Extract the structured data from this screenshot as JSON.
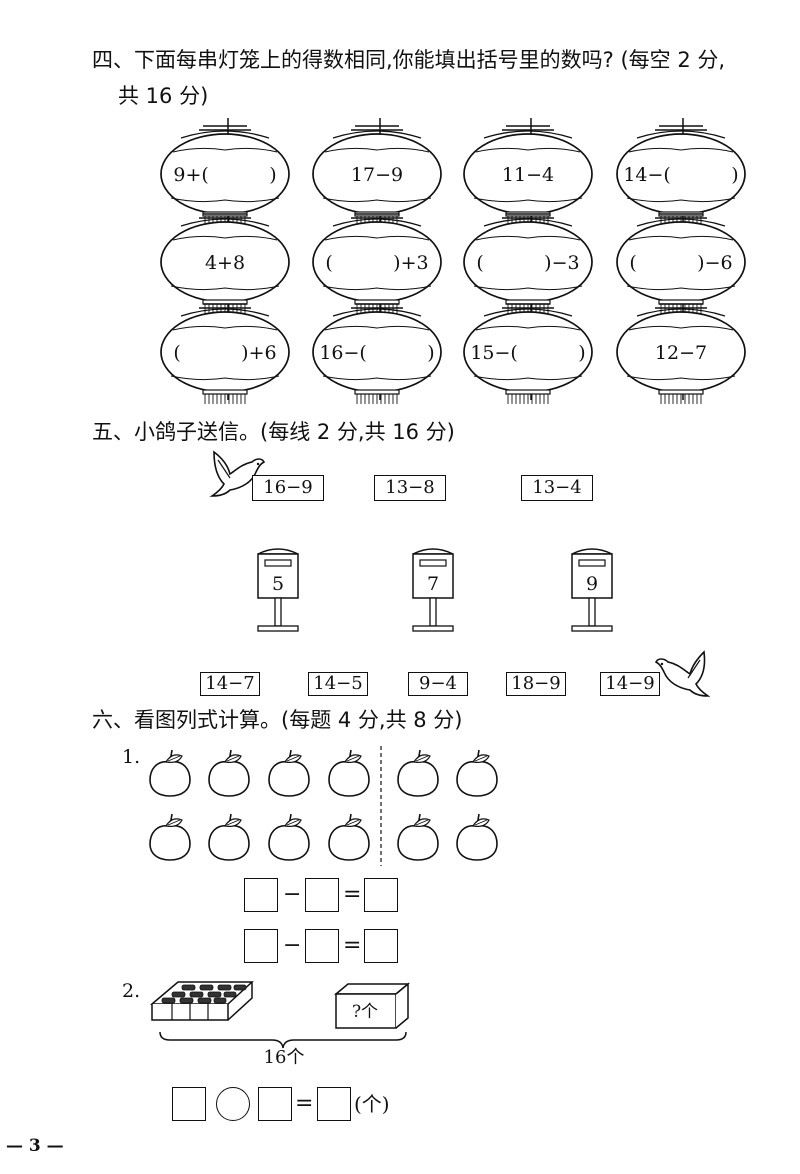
{
  "section4": {
    "title_line1": "四、下面每串灯笼上的得数相同,你能填出括号里的数吗? (每空 2 分,",
    "title_line2": "共 16 分)",
    "lanterns": [
      [
        "9+(          )",
        "4+8",
        "(          )+6"
      ],
      [
        "17−9",
        "(          )+3",
        "16−(          )"
      ],
      [
        "11−4",
        "(          )−3",
        "15−(          )"
      ],
      [
        "14−(          )",
        "(          )−6",
        "12−7"
      ]
    ]
  },
  "section5": {
    "title": "五、小鸽子送信。(每线 2 分,共 16 分)",
    "top_cards": [
      "16−9",
      "13−8",
      "13−4"
    ],
    "mailboxes": [
      "5",
      "7",
      "9"
    ],
    "bottom_cards": [
      "14−7",
      "14−5",
      "9−4",
      "18−9",
      "14−9"
    ]
  },
  "section6": {
    "title": "六、看图列式计算。(每题 4 分,共 8 分)",
    "q1_label": "1.",
    "q2_label": "2.",
    "box_label": "?个",
    "brace_label": "16个",
    "minus": "−",
    "equals": "=",
    "unit": "(个)"
  },
  "page_number": "— 3 —"
}
